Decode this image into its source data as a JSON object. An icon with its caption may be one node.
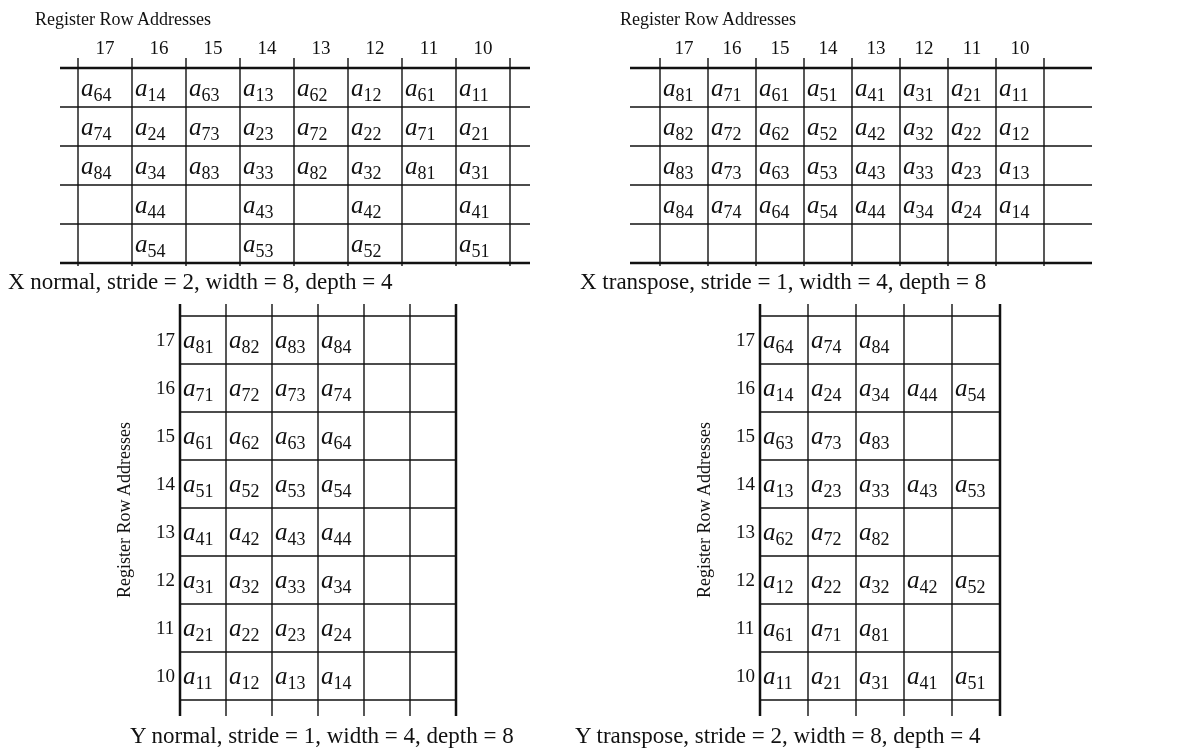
{
  "diagram": {
    "labels": [
      "Register Row Addresses",
      "17",
      "16",
      "15",
      "14",
      "13",
      "12",
      "11",
      "10",
      "*a*$_{64}$",
      "*a*$_{14}$",
      "*a*$_{63}$",
      "*a*$_{13}$",
      "*a*$_{62}$",
      "*a*$_{12}$",
      "*a*$_{61}$",
      "*a*$_{11}$",
      "*a*$_{74}$",
      "*a*$_{24}$",
      "*a*$_{73}$",
      "*a*$_{23}$",
      "*a*$_{72}$",
      "*a*$_{22}$",
      "*a*$_{71}$",
      "*a*$_{21}$",
      "*a*$_{84}$",
      "*a*$_{34}$",
      "*a*$_{83}$",
      "*a*$_{33}$",
      "*a*$_{82}$",
      "*a*$_{32}$",
      "*a*$_{81}$",
      "*a*$_{31}$",
      "*a*$_{44}$",
      "*a*$_{43}$",
      "*a*$_{42}$",
      "*a*$_{41}$",
      "*a*$_{54}$",
      "*a*$_{53}$",
      "*a*$_{52}$",
      "*a*$_{51}$",
      "X normal, stride = 2, width = 8, depth = 4",
      "Register Row Addresses",
      "17",
      "16",
      "15",
      "14",
      "13",
      "12",
      "11",
      "10",
      "*a*$_{81}$",
      "*a*$_{71}$",
      "*a*$_{61}$",
      "*a*$_{51}$",
      "*a*$_{41}$",
      "*a*$_{31}$",
      "*a*$_{21}$",
      "*a*$_{11}$",
      "*a*$_{82}$",
      "*a*$_{72}$",
      "*a*$_{62}$",
      "*a*$_{52}$",
      "*a*$_{42}$",
      "*a*$_{32}$",
      "*a*$_{22}$",
      "*a*$_{12}$",
      "*a*$_{83}$",
      "*a*$_{73}$",
      "*a*$_{63}$",
      "*a*$_{53}$",
      "*a*$_{43}$",
      "*a*$_{33}$",
      "*a*$_{23}$",
      "*a*$_{13}$",
      "*a*$_{84}$",
      "*a*$_{74}$",
      "*a*$_{64}$",
      "*a*$_{54}$",
      "*a*$_{44}$",
      "*a*$_{34}$",
      "*a*$_{24}$",
      "*a*$_{14}$",
      "X transpose, stride = 1, width = 4, depth = 8",
      "Register Row Addresses",
      "17",
      "*a*$_{81}$",
      "*a*$_{82}$",
      "*a*$_{83}$",
      "*a*$_{84}$",
      "16",
      "*a*$_{71}$",
      "*a*$_{72}$",
      "*a*$_{73}$",
      "*a*$_{74}$",
      "15",
      "*a*$_{61}$",
      "*a*$_{62}$",
      "*a*$_{63}$",
      "*a*$_{64}$",
      "14",
      "*a*$_{51}$",
      "*a*$_{52}$",
      "*a*$_{53}$",
      "*a*$_{54}$",
      "13",
      "*a*$_{41}$",
      "*a*$_{42}$",
      "*a*$_{43}$",
      "*a*$_{44}$",
      "12",
      "*a*$_{31}$",
      "*a*$_{32}$",
      "*a*$_{33}$",
      "*a*$_{34}$",
      "11",
      "*a*$_{21}$",
      "*a*$_{22}$",
      "*a*$_{23}$",
      "*a*$_{24}$",
      "10",
      "*a*$_{11}$",
      "*a*$_{12}$",
      "*a*$_{13}$",
      "*a*$_{14}$",
      "Y normal, stride = 1, width = 4, depth = 8",
      "Register Row Addresses",
      "17",
      "*a*$_{64}$",
      "*a*$_{74}$",
      "*a*$_{84}$",
      "16",
      "*a*$_{14}$",
      "*a*$_{24}$",
      "*a*$_{34}$",
      "*a*$_{44}$",
      "*a*$_{54}$",
      "15",
      "*a*$_{63}$",
      "*a*$_{73}$",
      "*a*$_{83}$",
      "14",
      "*a*$_{13}$",
      "*a*$_{23}$",
      "*a*$_{33}$",
      "*a*$_{43}$",
      "*a*$_{53}$",
      "13",
      "*a*$_{62}$",
      "*a*$_{72}$",
      "*a*$_{82}$",
      "12",
      "*a*$_{12}$",
      "*a*$_{22}$",
      "*a*$_{32}$",
      "*a*$_{42}$",
      "*a*$_{52}$",
      "11",
      "*a*$_{61}$",
      "*a*$_{71}$",
      "*a*$_{81}$",
      "10",
      "*a*$_{11}$",
      "*a*$_{21}$",
      "*a*$_{31}$",
      "*a*$_{41}$",
      "*a*$_{51}$",
      "Y transpose, stride = 2, width = 8, depth = 4"
    ]
  }
}
